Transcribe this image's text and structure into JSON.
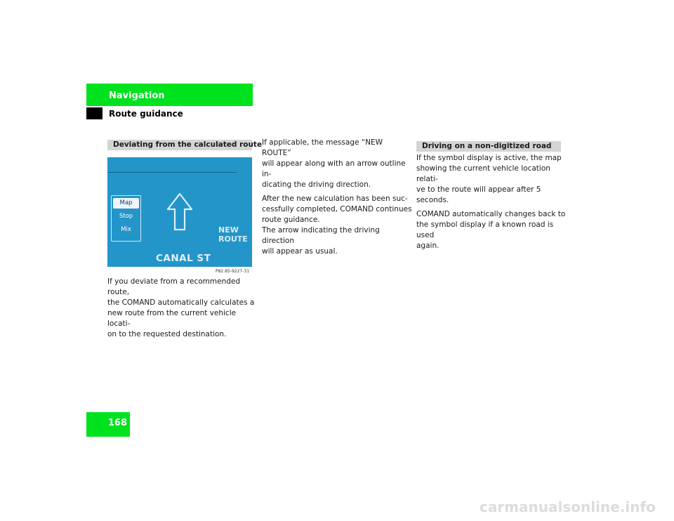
{
  "header": {
    "title": "Navigation",
    "subtitle": "Route guidance",
    "accent_color": "#00e21e"
  },
  "section1": {
    "heading": "Deviating from the calculated route",
    "screen": {
      "menu_items": [
        "Map",
        "Stop",
        "Mix"
      ],
      "active_menu": "Map",
      "arrow_icon": "up-arrow-outline-icon",
      "message_lines": [
        "NEW",
        "ROUTE"
      ],
      "street": "CANAL ST",
      "background_color": "#2395c9"
    },
    "figure_id": "P82.85-9227-31",
    "text_lines": [
      "If you deviate from a recommended route,",
      "the COMAND automatically calculates a",
      "new route from the current vehicle locati-",
      "on to the requested destination."
    ]
  },
  "column2": {
    "paragraphs": [
      [
        "If applicable, the message “NEW ROUTE”",
        "will appear along with an arrow outline in-",
        "dicating the driving direction."
      ],
      [
        "After the new calculation has been suc-",
        "cessfully completed, COMAND continues",
        "route guidance.",
        "The arrow indicating the driving direction",
        "will appear as usual."
      ]
    ]
  },
  "section2": {
    "heading": "Driving on a non-digitized road",
    "paragraphs": [
      [
        "If the symbol display is active, the map",
        "showing the current vehicle location relati-",
        "ve to the route will appear after 5 seconds."
      ],
      [
        "COMAND automatically changes back to",
        "the symbol display if a known road is used",
        "again."
      ]
    ]
  },
  "page_number": "168",
  "watermark": "carmanualsonline.info"
}
